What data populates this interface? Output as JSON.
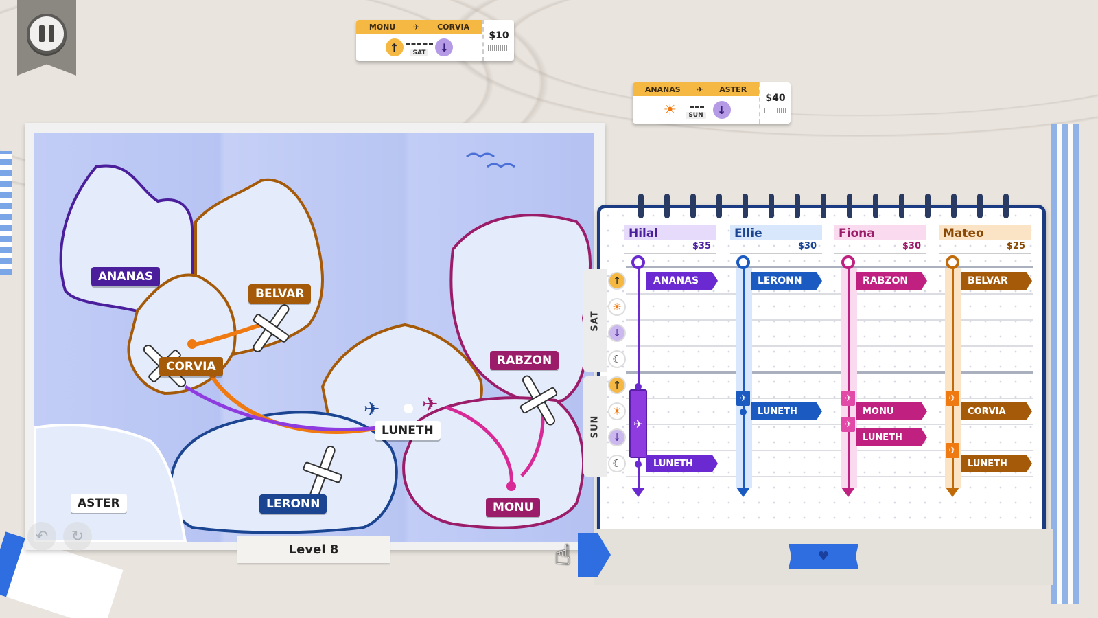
{
  "tickets": [
    {
      "from": "MONU",
      "to": "CORVIA",
      "day": "SAT",
      "price": "$10",
      "depart_icon": "sunrise-icon",
      "arrive_icon": "sunset-icon"
    },
    {
      "from": "ANANAS",
      "to": "ASTER",
      "day": "SUN",
      "price": "$40",
      "depart_icon": "sun-icon",
      "arrive_icon": "sunset-icon"
    }
  ],
  "map": {
    "cities": {
      "ananas": "ANANAS",
      "belvar": "BELVAR",
      "corvia": "CORVIA",
      "rabzon": "RABZON",
      "luneth": "LUNETH",
      "aster": "ASTER",
      "leronn": "LERONN",
      "monu": "MONU"
    },
    "colors": {
      "ananas": "#4b1f9c",
      "belvar": "#a45a08",
      "corvia": "#a45a08",
      "rabzon": "#9b1c68",
      "leronn": "#1b4591",
      "monu": "#9b1c68",
      "luneth": "#ffffff",
      "aster": "#ffffff"
    }
  },
  "level": "Level 8",
  "planner": {
    "days": [
      "SAT",
      "SUN"
    ],
    "slot_icons": [
      "sunrise-icon",
      "sun-icon",
      "sunset-icon",
      "moon-icon"
    ],
    "pilots": [
      {
        "name": "Hilal",
        "pay": "$35",
        "color": "#6b2ad1",
        "light": "#e6dbfa",
        "lane_color": "#c9b0f4",
        "tags": [
          {
            "label": "ANANAS"
          },
          {
            "label": "LUNETH"
          }
        ]
      },
      {
        "name": "Ellie",
        "pay": "$30",
        "color": "#1b5ac0",
        "light": "#d8e7fb",
        "lane_color": "#bcd6f7",
        "tags": [
          {
            "label": "LERONN"
          },
          {
            "label": "LUNETH"
          }
        ]
      },
      {
        "name": "Fiona",
        "pay": "$30",
        "color": "#c0207f",
        "light": "#fadaee",
        "lane_color": "#f6c1e2",
        "tags": [
          {
            "label": "RABZON"
          },
          {
            "label": "MONU"
          },
          {
            "label": "LUNETH"
          }
        ]
      },
      {
        "name": "Mateo",
        "pay": "$25",
        "color": "#c06a0a",
        "light": "#fbe3c6",
        "lane_color": "#f8d3a6",
        "tags": [
          {
            "label": "BELVAR"
          },
          {
            "label": "CORVIA"
          },
          {
            "label": "LUNETH"
          }
        ]
      }
    ]
  }
}
